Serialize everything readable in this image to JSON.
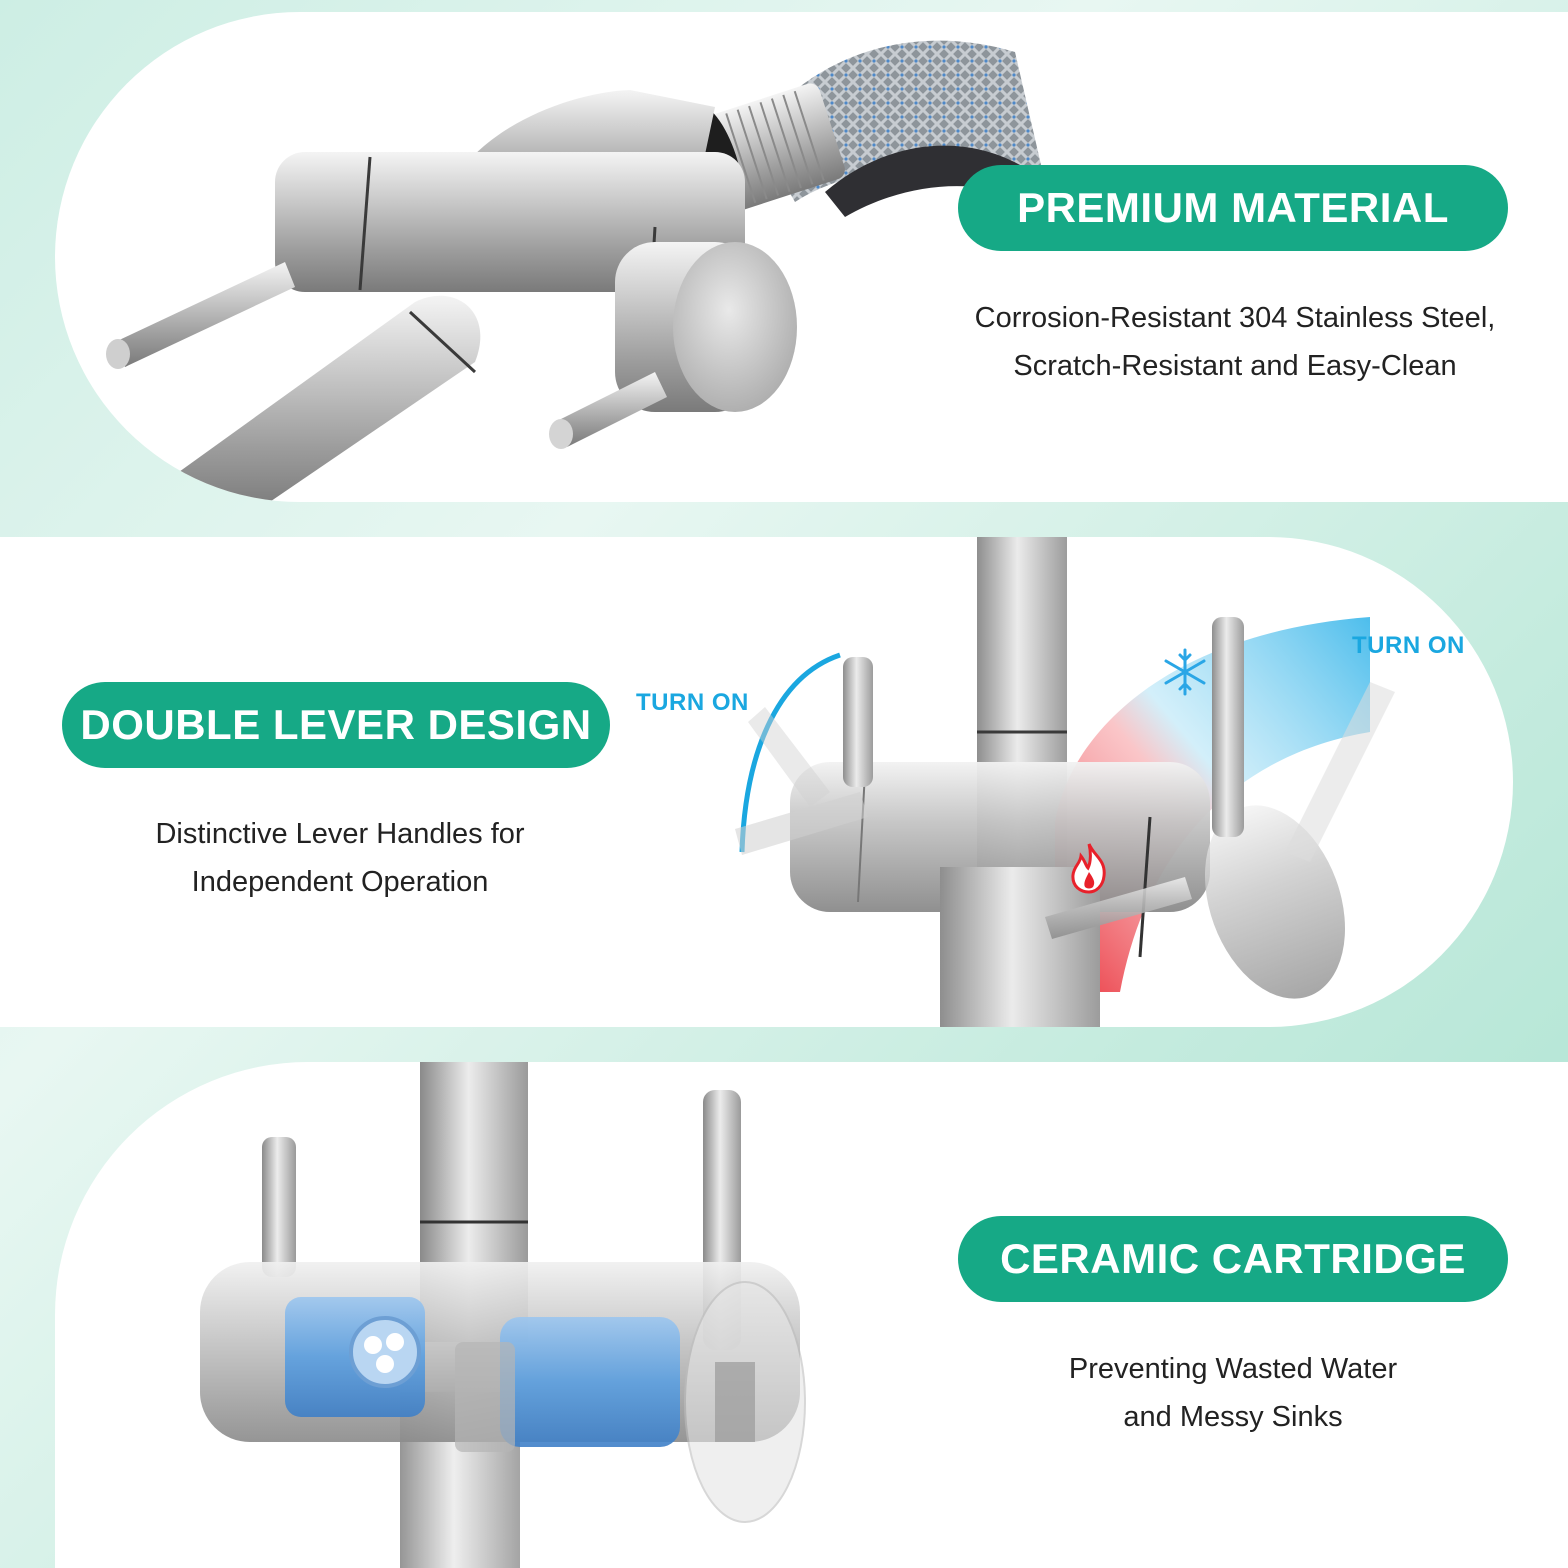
{
  "sections": [
    {
      "title": "PREMIUM MATERIAL",
      "line1": "Corrosion-Resistant 304 Stainless Steel,",
      "line2": "Scratch-Resistant and Easy-Clean"
    },
    {
      "title": "DOUBLE LEVER DESIGN",
      "line1": "Distinctive Lever Handles for",
      "line2": "Independent Operation",
      "turn_on_left": "TURN ON",
      "turn_on_right": "TURN ON"
    },
    {
      "title": "CERAMIC CARTRIDGE",
      "line1": "Preventing Wasted Water",
      "line2": "and Messy Sinks"
    }
  ],
  "colors": {
    "accent": "#16a986",
    "cold": "#1aa7e0",
    "hot": "#e8212b",
    "cartridge": "#5b9fe0"
  },
  "icons": [
    "snowflake-icon",
    "flame-icon"
  ]
}
